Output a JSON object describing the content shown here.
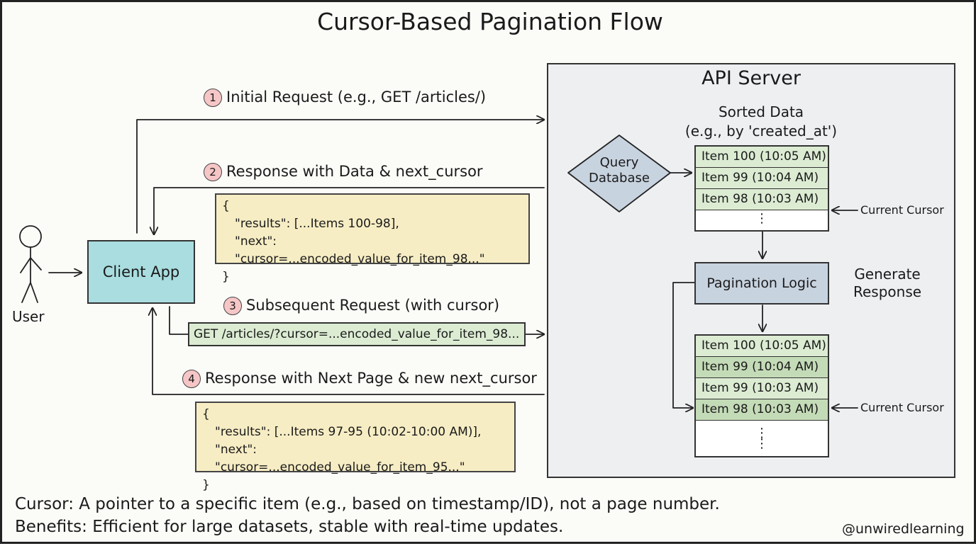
{
  "title": "Cursor-Based Pagination Flow",
  "actors": {
    "user": "User",
    "client_app": "Client App"
  },
  "server": {
    "title": "API Server",
    "sorted_data_label": [
      "Sorted Data",
      "(e.g., by 'created_at')"
    ],
    "query_node": [
      "Query",
      "Database"
    ],
    "first_table": [
      "Item 100 (10:05 AM)",
      "Item 99 (10:04 AM)",
      "Item 98 (10:03 AM)"
    ],
    "pagination_logic": "Pagination Logic",
    "generate_response": [
      "Generate",
      "Response"
    ],
    "second_table": [
      "Item 100 (10:05 AM)",
      "Item 99 (10:04 AM)",
      "Item 99 (10:03 AM)",
      "Item 98 (10:03 AM)"
    ],
    "current_cursor_label": "Current Cursor"
  },
  "steps": [
    {
      "num": "1",
      "label": "Initial Request (e.g., GET /articles/)"
    },
    {
      "num": "2",
      "label": "Response with Data & next_cursor"
    },
    {
      "num": "3",
      "label": "Subsequent Request (with cursor)"
    },
    {
      "num": "4",
      "label": "Response with Next Page & new next_cursor"
    }
  ],
  "response_1": [
    "{",
    "\"results\": [...Items 100-98],",
    "\"next\": \"cursor=...encoded_value_for_item_98...\"",
    "}"
  ],
  "subsequent_request": "GET /articles/?cursor=...encoded_value_for_item_98...",
  "response_2": [
    "{",
    "\"results\": [...Items 97-95 (10:02-10:00 AM)],",
    "\"next\": \"cursor=...encoded_value_for_item_95...\"",
    "}"
  ],
  "footer": [
    "Cursor: A pointer to a specific item (e.g., based on timestamp/ID), not a page number.",
    "Benefits: Efficient for large datasets, stable with real-time updates."
  ],
  "handle": "@unwiredlearning"
}
